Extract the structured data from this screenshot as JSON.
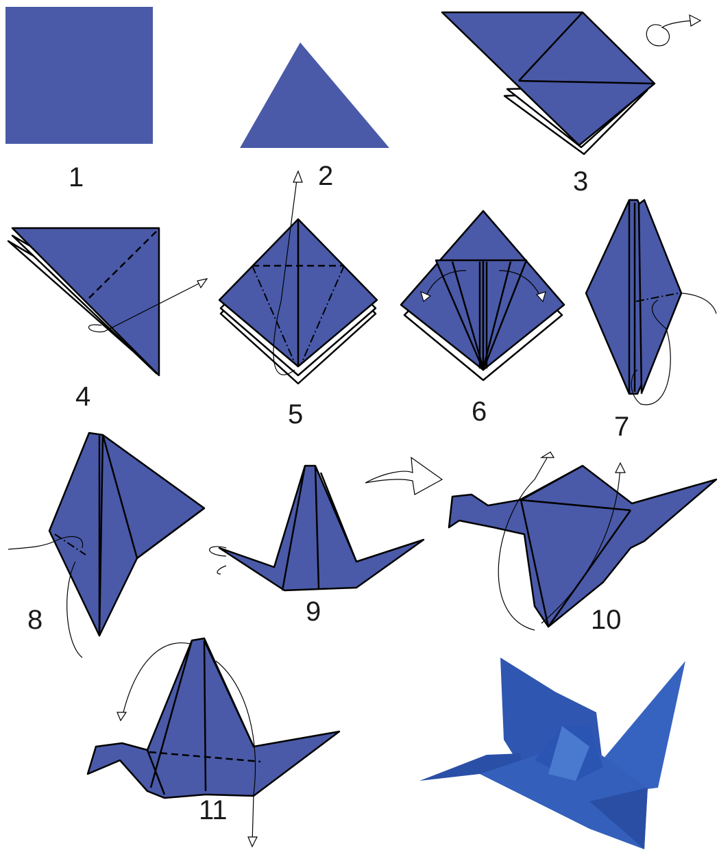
{
  "steps": [
    {
      "label": "1"
    },
    {
      "label": "2"
    },
    {
      "label": "3"
    },
    {
      "label": "4"
    },
    {
      "label": "5"
    },
    {
      "label": "6"
    },
    {
      "label": "7"
    },
    {
      "label": "8"
    },
    {
      "label": "9"
    },
    {
      "label": "10"
    },
    {
      "label": "11"
    }
  ],
  "colors": {
    "paper": "#4a5aa8",
    "finished_crane": "#2f56b0",
    "outline": "#000000",
    "background": "#ffffff"
  }
}
